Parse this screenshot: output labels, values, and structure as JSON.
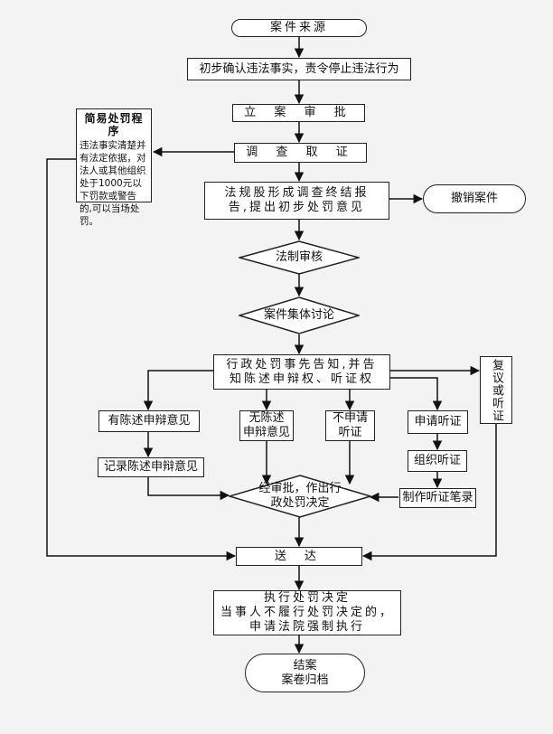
{
  "nodes": {
    "source": "案件来源",
    "confirm": "初步确认违法事实，责令停止违法行为",
    "approve": "立 案 审 批",
    "investigate": "调 查 取 证",
    "report": "法规股形成调查终结报\n告,提出初步处罚意见",
    "cancel": "撤销案件",
    "legal_review": "法制审核",
    "collective": "案件集体讨论",
    "notice": "行政处罚事先告知,并告\n知陈述申辩权、听证权",
    "has_statement": "有陈述申辩意见",
    "no_statement": "无陈述\n申辩意见",
    "no_hearing": "不申请\n听证",
    "apply_hearing": "申请听证",
    "review": "复议或听证",
    "record_statement": "记录陈述申辩意见",
    "organize_hearing": "组织听证",
    "hearing_record": "制作听证笔录",
    "decision": "经审批，作出行\n政处罚决定",
    "deliver": "送 达",
    "execute": "执行处罚决定\n当事人不履行处罚决定的，\n申请法院强制执行",
    "close": "结案\n案卷归档"
  },
  "simple_procedure": {
    "title": "简易处罚程序",
    "text": "违法事实清楚并有法定依据，对法人或其他组织处于1000元以下罚款或警告的,可以当场处罚。"
  }
}
